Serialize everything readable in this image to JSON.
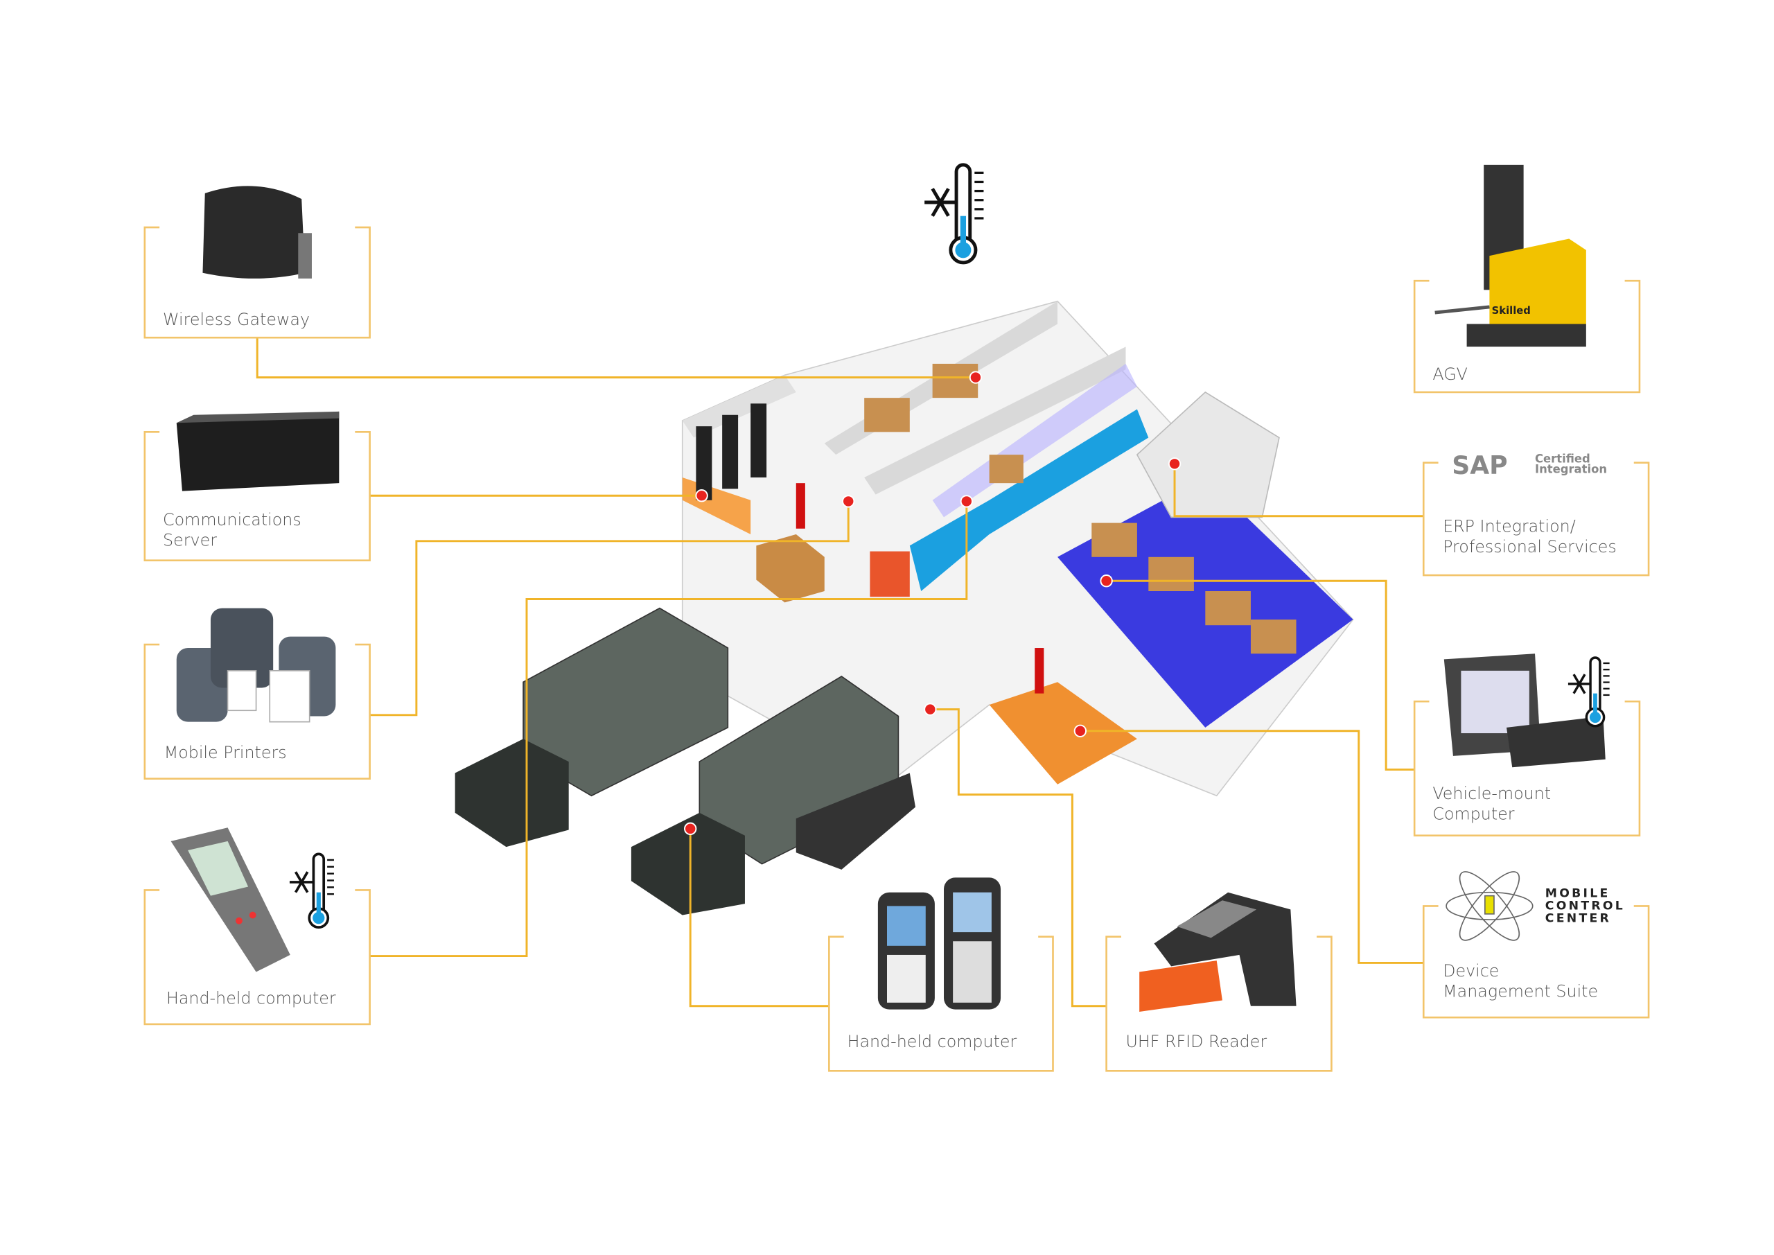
{
  "colors": {
    "accent": "#f0b429",
    "marker": "#e8231f",
    "cold": "#1ba0e0"
  },
  "components": {
    "wireless_gateway": {
      "label": "Wireless Gateway"
    },
    "communications_server": {
      "label_line1": "Communications",
      "label_line2": "Server"
    },
    "mobile_printers": {
      "label": "Mobile Printers"
    },
    "handheld_left": {
      "label": "Hand-held computer"
    },
    "handheld_center": {
      "label": "Hand-held computer"
    },
    "uhf_rfid": {
      "label": "UHF RFID Reader"
    },
    "agv": {
      "label": "AGV",
      "brand": "Skilled"
    },
    "erp": {
      "label_line1": "ERP Integration/",
      "label_line2": "Professional Services",
      "logo_main": "SAP",
      "logo_sub1": "Certified",
      "logo_sub2": "Integration"
    },
    "vehicle_mount": {
      "label_line1": "Vehicle-mount",
      "label_line2": "Computer"
    },
    "device_mgmt": {
      "label_line1": "Device",
      "label_line2": "Management Suite",
      "logo_line1": "MOBILE",
      "logo_line2": "CONTROL",
      "logo_line3": "CENTER"
    }
  }
}
